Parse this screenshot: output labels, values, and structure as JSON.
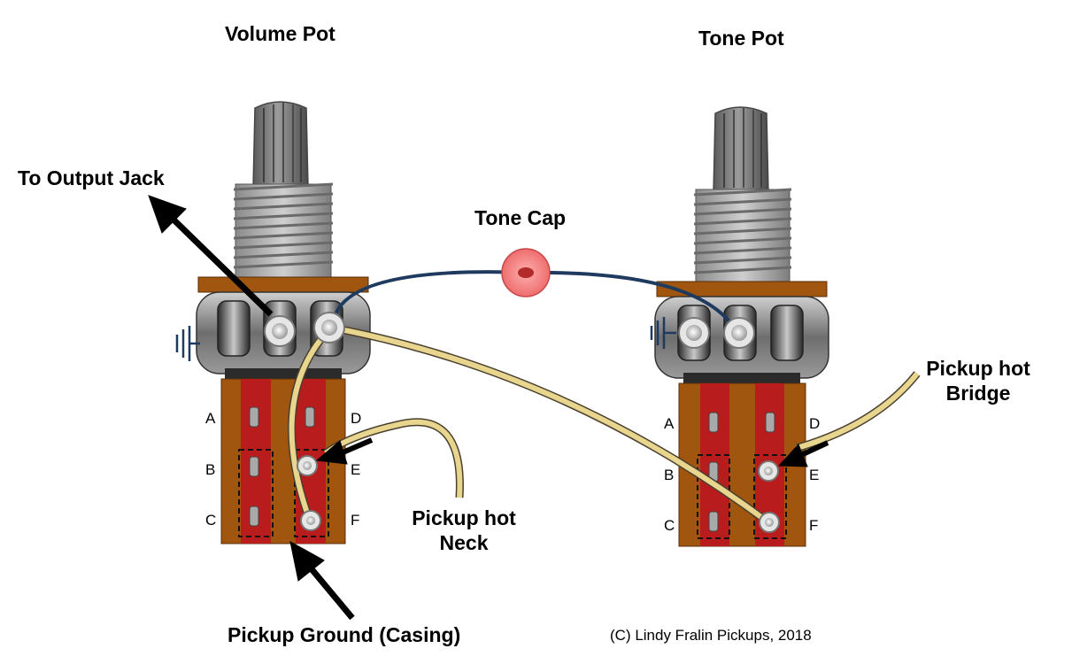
{
  "labels": {
    "volume_pot": "Volume Pot",
    "tone_pot": "Tone Pot",
    "output_jack": "To Output Jack",
    "tone_cap": "Tone Cap",
    "hot_bridge_line1": "Pickup hot",
    "hot_bridge_line2": "Bridge",
    "hot_neck_line1": "Pickup hot",
    "hot_neck_line2": "Neck",
    "pickup_ground": "Pickup Ground (Casing)",
    "copyright": "(C) Lindy Fralin Pickups, 2018"
  },
  "lugs": {
    "volume": [
      "A",
      "B",
      "C",
      "D",
      "E",
      "F"
    ],
    "tone": [
      "A",
      "B",
      "C",
      "D",
      "E",
      "F"
    ]
  },
  "colors": {
    "wire_hot": "#e8d58e",
    "wire_cap": "#1f3a5f",
    "cap": "#f07a7a",
    "pot_body": "#a0560f",
    "switch_strip": "#b81c1c",
    "casing": "#6b6b6b"
  }
}
